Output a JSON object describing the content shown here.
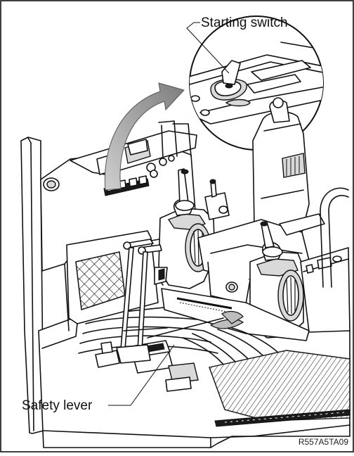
{
  "labels": {
    "starting_switch": "Starting switch",
    "safety_lever": "Safety lever",
    "figure_code": "R557A5TA09"
  },
  "colors": {
    "line": "#111111",
    "shade_light": "#d9d9d9",
    "shade_mid": "#bdbdbd",
    "background": "#ffffff"
  }
}
